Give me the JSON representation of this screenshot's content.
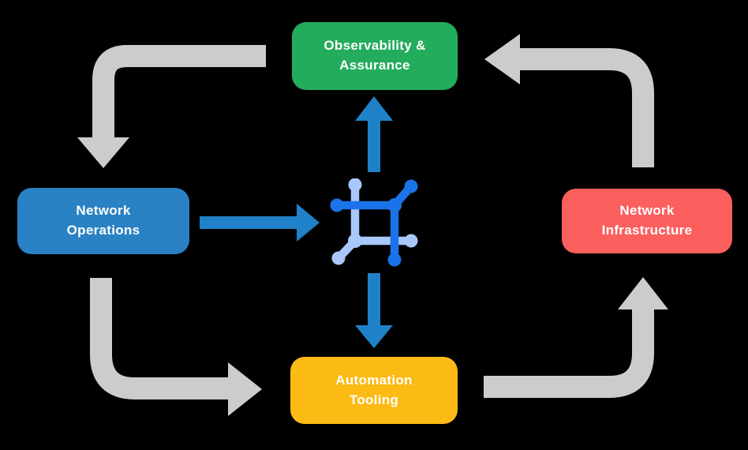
{
  "colors": {
    "background": "#000000",
    "arrow_gray": "#CCCCCC",
    "arrow_blue": "#1F82C8",
    "node_green": "#23AC5C",
    "node_blue": "#2A81C4",
    "node_red": "#FB5F5E",
    "node_yellow": "#FBBA14",
    "icon_dark_blue": "#1A73E8",
    "icon_light_blue": "#A8C7FA",
    "node_text": "#FFFFFF"
  },
  "nodes": {
    "observability": {
      "label": "Observability &\nAssurance"
    },
    "operations": {
      "label": "Network\nOperations"
    },
    "infrastructure": {
      "label": "Network\nInfrastructure"
    },
    "automation": {
      "label": "Automation\nTooling"
    }
  },
  "center_icon": "network-fabric-icon",
  "flows": {
    "gray_cycle": [
      "observability-to-operations",
      "operations-to-automation",
      "automation-to-infrastructure",
      "infrastructure-to-observability"
    ],
    "blue_links": [
      "operations-to-center",
      "center-to-observability",
      "center-to-automation"
    ]
  }
}
